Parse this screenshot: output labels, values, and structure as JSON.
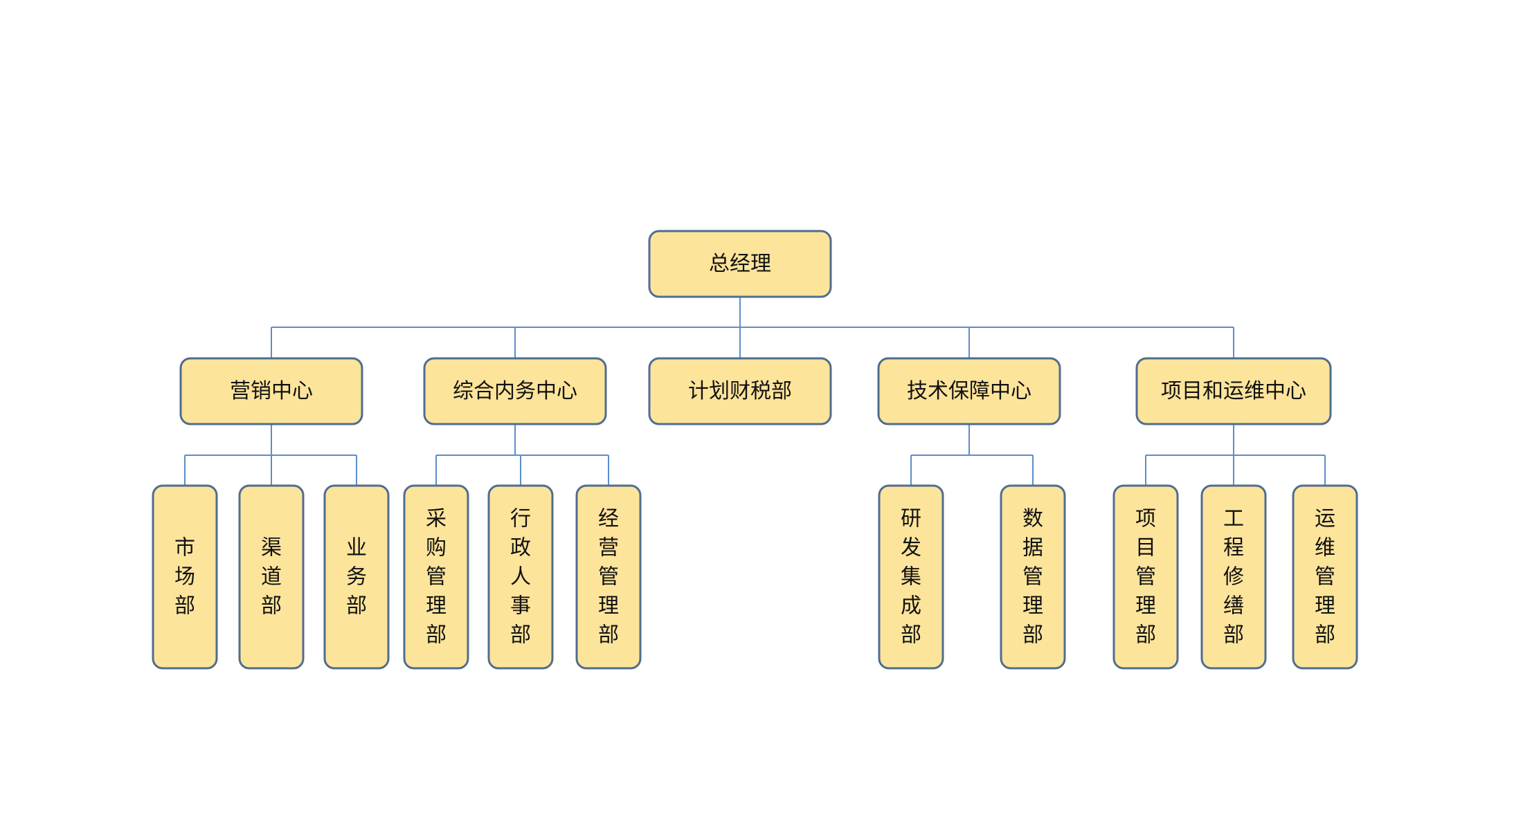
{
  "diagram": {
    "type": "org-chart",
    "colors": {
      "box_fill": "#fde49b",
      "box_border": "#4e6d8f",
      "connector": "#5b8ec9",
      "text": "#111111"
    },
    "root": {
      "label": "总经理",
      "children": [
        {
          "label": "营销中心",
          "children": [
            {
              "label": "市场部"
            },
            {
              "label": "渠道部"
            },
            {
              "label": "业务部"
            }
          ]
        },
        {
          "label": "综合内务中心",
          "children": [
            {
              "label": "采购管理部"
            },
            {
              "label": "行政人事部"
            },
            {
              "label": "经营管理部"
            }
          ]
        },
        {
          "label": "计划财税部",
          "children": []
        },
        {
          "label": "技术保障中心",
          "children": [
            {
              "label": "研发集成部"
            },
            {
              "label": "数据管理部"
            }
          ]
        },
        {
          "label": "项目和运维中心",
          "children": [
            {
              "label": "项目管理部"
            },
            {
              "label": "工程修缮部"
            },
            {
              "label": "运维管理部"
            }
          ]
        }
      ]
    }
  }
}
